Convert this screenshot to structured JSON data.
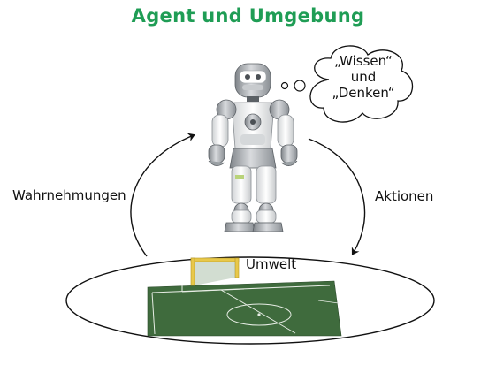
{
  "title": "Agent und Umgebung",
  "labels": {
    "left": "Wahrnehmungen",
    "right": "Aktionen",
    "environment": "Umwelt"
  },
  "thought": {
    "line1": "„Wissen“",
    "line2": "und",
    "line3": "„Denken“"
  },
  "colors": {
    "title": "#1f9d55",
    "field": "#3f6b3d",
    "goal": "#e8c84a"
  },
  "icons": {
    "agent": "humanoid-robot-icon"
  }
}
